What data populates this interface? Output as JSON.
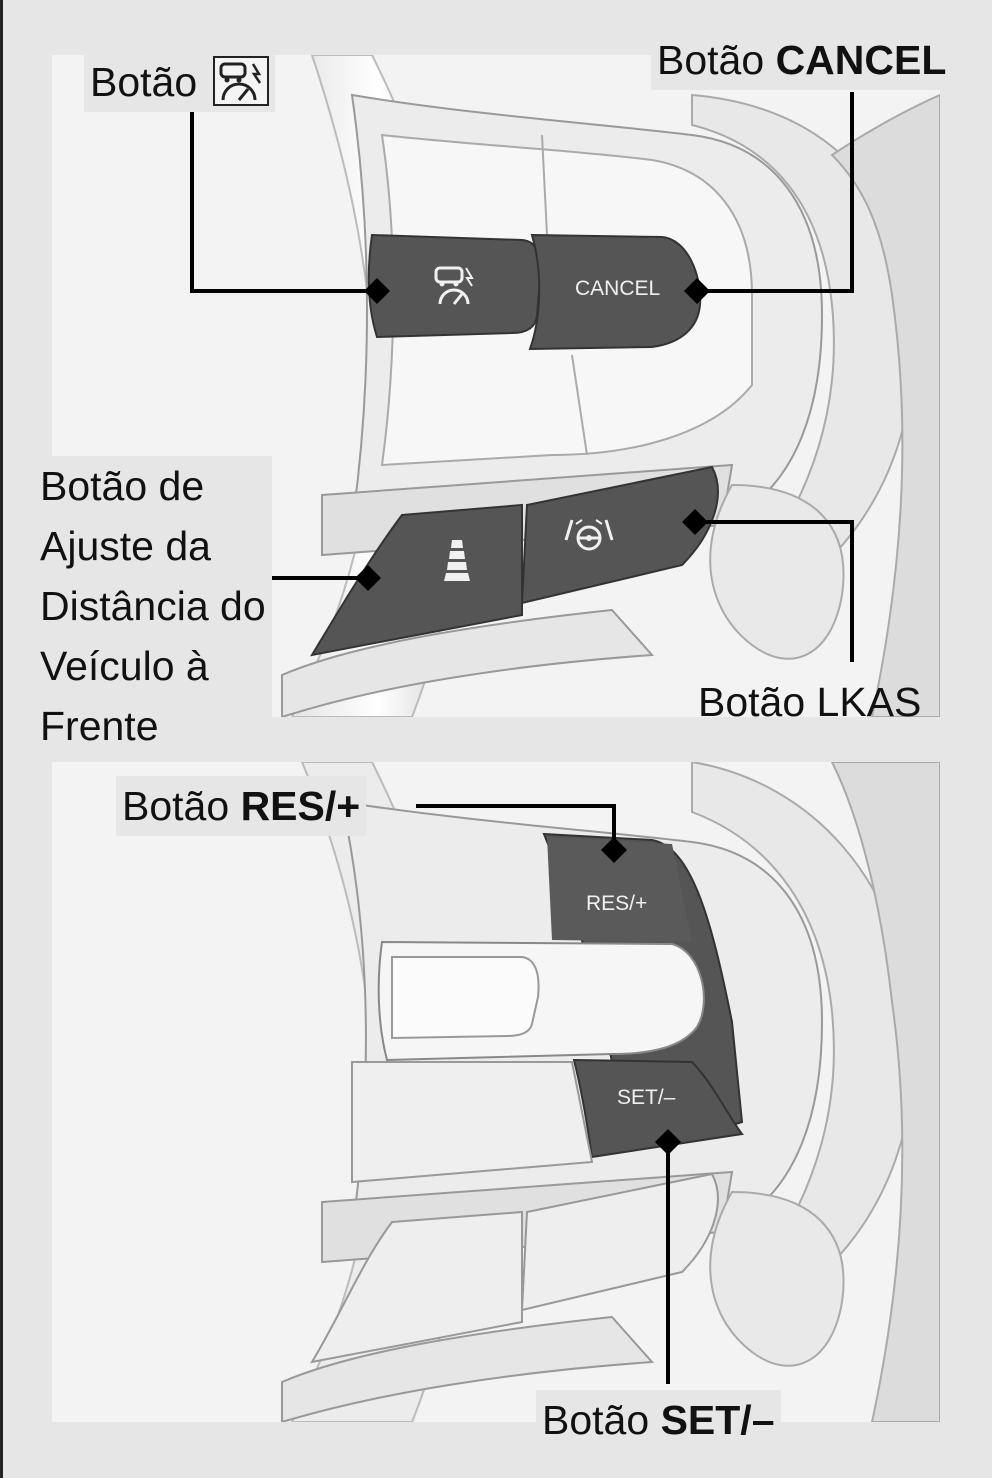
{
  "callouts": {
    "acc_button": "Botão",
    "acc_icon": "acc-cruise-icon",
    "cancel_prefix": "Botão",
    "cancel_bold": "CANCEL",
    "distance_button": "Botão de Ajuste da Distância do Veículo à Frente",
    "lkas_button": "Botão LKAS",
    "res_prefix": "Botão",
    "res_bold": "RES/+",
    "set_prefix": "Botão",
    "set_bold": "SET/–"
  },
  "buttons": {
    "cancel": "CANCEL",
    "res": "RES/+",
    "set": "SET/–"
  },
  "icons": {
    "acc": "acc-cruise-icon",
    "distance": "distance-bars-icon",
    "lkas": "lkas-lane-icon"
  },
  "colors": {
    "button_fill": "#555555",
    "panel_bg": "#f2f2f2",
    "callout_bg": "#e6e6e6",
    "line": "#000000"
  }
}
